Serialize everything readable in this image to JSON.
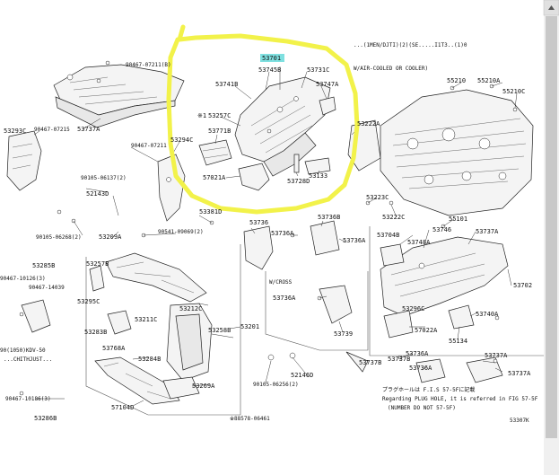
{
  "labels": {
    "l_53701": "53701",
    "l_53745b": "53745B",
    "l_53731c": "53731C",
    "l_53741b": "53741B",
    "l_53747a": "53747A",
    "l_53257c": "53257C",
    "l_53771b": "53771B",
    "l_57021a": "57021A",
    "l_53728d": "53728D",
    "l_53133": "53133",
    "l_53222a": "53222A",
    "l_53223c": "53223C",
    "l_55210": "55210",
    "l_55210a": "55210A",
    "l_55210c": "55210C",
    "l_55101": "55101",
    "l_53222c": "53222C",
    "l_53293c": "53293C",
    "l_53737a": "53737A",
    "l_90467_07211b": "90467-07211(B)",
    "l_90467_07215": "90467-07215",
    "l_90467_07211": "90467-07211",
    "l_53294c": "53294C",
    "l_90105_06137_2": "90105-06137(2)",
    "l_52143d": "52143D",
    "l_53381d": "53381D",
    "l_90105_06268_2": "90105-06268(2)",
    "l_53209a": "53209A",
    "l_90541_09069_2": "90541-09069(2)",
    "l_53736": "53736",
    "l_53736a_1": "53736A",
    "l_53736b": "53736B",
    "l_53736a_2": "53736A",
    "l_53704b": "53704B",
    "l_53746": "53746",
    "l_53737a_2": "53737A",
    "l_53748a": "53748A",
    "l_53702": "53702",
    "l_53285b": "53285B",
    "l_53257b": "53257B",
    "l_90467_10126_3": "90467-10126(3)",
    "l_90467_14039": "90467-14039",
    "l_53212c": "53212C",
    "l_53211c": "53211C",
    "l_53201": "53201",
    "l_53295c": "53295C",
    "l_53258b": "53258B",
    "l_53283b": "53283B",
    "l_53768a": "53768A",
    "l_53284b": "53284B",
    "l_53269a": "53269A",
    "l_57104d": "57104D",
    "l_53296c": "53296C",
    "l_57022a": "57022A",
    "l_53740a": "53740A",
    "l_55134": "55134",
    "l_53736a_3": "53736A",
    "l_53737a_3": "53737A",
    "l_53737b": "53737B",
    "l_53736a_4": "53736A",
    "l_52146d": "52146D",
    "l_90105_06256": "90105-06256(2)",
    "l_88578_06461": "※88578-06461",
    "l_90467_10186_3": "90467-10186(3)",
    "l_53286b": "53286B",
    "l_53307k": "53307K",
    "l_w_cross": "W/CROSS",
    "l_53736a_5": "53736A",
    "l_53739": "53739",
    "l_53737b_2": "53737B",
    "l_star1": "※1",
    "l_53737a_4": "53737A"
  },
  "header_notes": {
    "line1": "...(1MEN/DJTI)(2)(SE.....I1T3..(1)0",
    "line2": "W/AIR-COOLED OR COOLER)"
  },
  "footnote": {
    "line1": "プラグホールは F.I.S 57-5Fに記載",
    "line2": "Regarding PLUG HOLE, it is referred in FIG 57-5F",
    "line3": "(NUMBER DO NOT 57-5F)"
  },
  "left_notes": {
    "line1": "90(1050)KDV-50",
    "line2": "...CHITHJUST..."
  },
  "colors": {
    "highlight_marker": "#f2f24a",
    "highlight_label_bg": "#7fe0e0",
    "ink": "#111111"
  }
}
